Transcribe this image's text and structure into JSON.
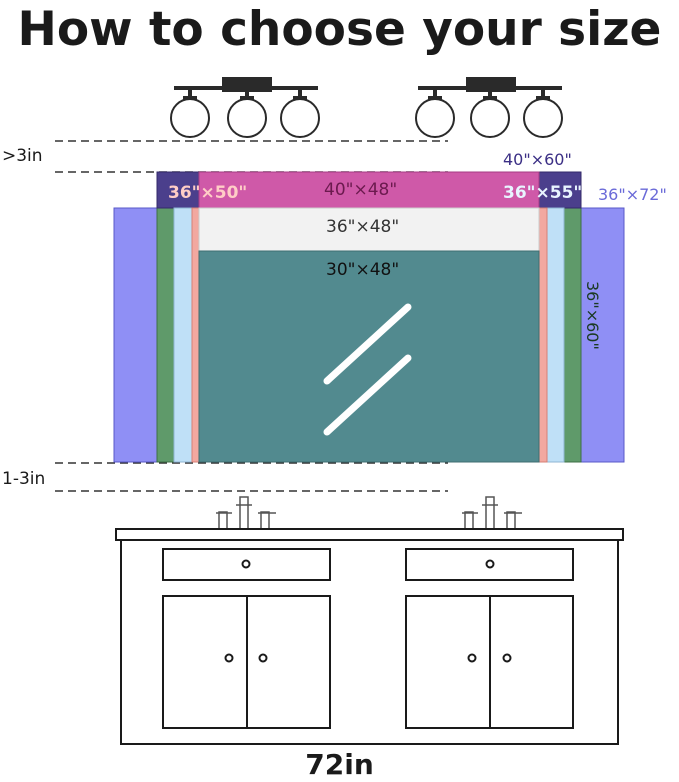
{
  "title": "How to choose your size",
  "gaps": {
    "above": ">3in",
    "below": "1-3in"
  },
  "sizes": {
    "s36x72": "36\"×72\"",
    "s36x60": "36\"×60\"",
    "s40x60": "40\"×60\"",
    "s36x55": "36\"×55\"",
    "s36x50": "36\"×50\"",
    "s40x48": "40\"×48\"",
    "s36x48": "36\"×48\"",
    "s30x48": "30\"×48\""
  },
  "vanity_width": "72in",
  "colors": {
    "s36x72": "#8f8ff5",
    "s36x60": "#5f9a6a",
    "s40x60": "#4b3f8c",
    "s36x55": "#bfe0f7",
    "s36x50": "#f2a8a0",
    "s40x48": "#cf59a8",
    "s36x48": "#f2f2f2",
    "s30x48": "#528a8f"
  }
}
